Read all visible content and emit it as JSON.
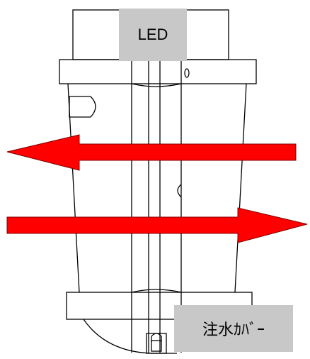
{
  "labels": {
    "led": "LED",
    "fill_cover": "注水ｶﾊﾞｰ"
  },
  "arrows": {
    "color": "#ff0000",
    "outline_color": "#800000",
    "directions": [
      "left",
      "right"
    ]
  },
  "colors": {
    "line": "#000000",
    "label_background": "#c8c8c8",
    "background": "#ffffff"
  }
}
